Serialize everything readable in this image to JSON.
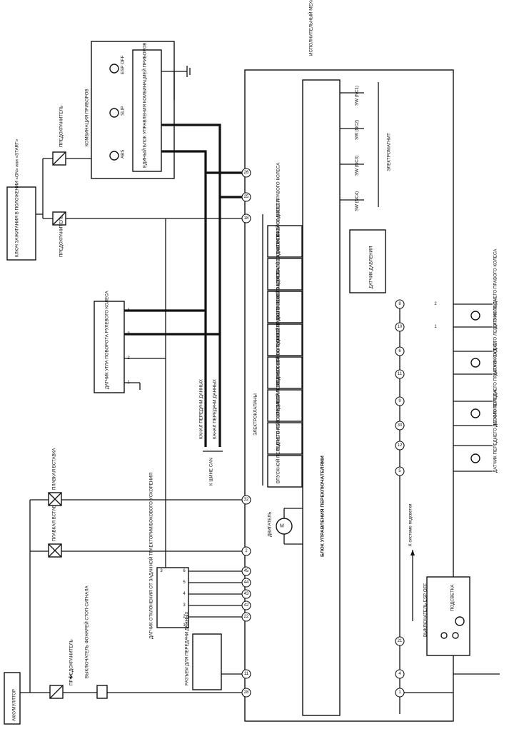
{
  "labels": {
    "battery": "АККУМУЛЯТОР",
    "fuse_main": "ПР�ЕДОХРАНИТЕЛЬ",
    "fuse_ign": "ПРЕДОХРАНИТЕЛЬ",
    "fuse_meter": "ПРЕДОХРАНИТЕЛЬ",
    "ign_switch": "КЛЮЧ ЗАЖИГАНИЯ В ПОЛОЖЕНИИ «ON» или «START»",
    "fusible_link_1": "ПЛАВКАЯ ВСТАВКА",
    "fusible_link_2": "ПЛАВКАЯ ВСТАВКА",
    "stop_switch": "ВЫКЛЮЧАТЕЛЬ ФОНАРЕЙ СТОП-СИГНАЛА",
    "meter_combo": "КОМБИНАЦИЯ ПРИБОРОВ",
    "meter_ecu": "ЕДИНЫЙ БЛОК УПРАВЛЕНИЯ КОМБИНАЦИЕЙ ПРИБОРОВ",
    "lamp_abs": "ABS",
    "lamp_slip": "SLIP",
    "lamp_esp_off": "ESP OFF",
    "hydraulic_unit": "ИСПОЛНИТЕЛЬНЫЙ МЕХАНИЗМ И БЛОК УПРАВЛЕНИЯ ABS",
    "sw_nc1": "SW (NC1)",
    "sw_nc2": "SW (NC2)",
    "sw_nc3": "SW (NC3)",
    "sw_nc4": "SW (NC4)",
    "solenoids": "ЭЛЕКТРОМАГНИТ",
    "pressure_sensor": "ДАТЧИК ДАВЛЕНИЯ",
    "ecu": "БЛОК УПРАВЛЕНИЯ ПЕРЕКЛЮЧАТЕЛЯМИ",
    "electromagnets": "ЭЛЕКТРОКЛАПАНЫ",
    "valves": [
      "ВЫПУСКНОЙ ЗАДНЕГО ПРАВОГО КОЛЕСА",
      "ВПУСКНОЙ ЗАДНЕГО ПРАВОГО КОЛЕСА",
      "ВЫПУСКНОЙ ЗАДНЕГО ЛЕВОГО КОЛЕСА",
      "ВПУСКНОЙ ЗАДНЕГО ЛЕВОГО КОЛЕСА",
      "ВЫПУСКНОЙ ПЕРЕДНЕГО ПРАВОГО КОЛЕСА",
      "ВПУСКНОЙ ПЕРЕДНЕГО ПРАВОГО КОЛЕСА",
      "ВЫПУСКНОЙ ПЕРЕДНЕГО ЛЕВОГО КОЛЕСА",
      "ВПУСКНОЙ ПЕРЕДНЕГО ЛЕВОГО КОЛЕСА"
    ],
    "motor": "ДВИГАТЕЛЬ",
    "steering_sensor": "ДАТЧИК УГЛА ПОВОРОТА РУЛЕВОГО КОЛЕСА",
    "yaw_sensor": "ДАТЧИК ОТКЛОНЕНИЯ ОТ ЗАДАННОЙ ТРАЕКТОРИИ/БОКОВОГО УСКОРЕНИЯ",
    "dlc": "РАЗЪЕМ ДЛЯ ПЕРЕДАЧИ ДАННЫХ",
    "can_h": "КАНАЛ ПЕРЕДАЧИ ДАННЫХ",
    "can_l": "КАНАЛ ПЕРЕДАЧИ ДАННЫХ",
    "can_to": "К ШИНЕ CAN",
    "esp_off_switch": "ВЫКЛЮЧАТЕЛЬ ESP OFF",
    "illumination": "ПОДСВЕТКА",
    "to_lighting": "К системе подсветки",
    "wss": [
      "ДАТЧИК ЗАДНЕГО ПРАВОГО КОЛЕСА",
      "ДАТЧИК ЗАДНЕГО ЛЕВОГО КОЛЕСА",
      "ДАТЧИК ПЕРЕДНЕГО ПРАВОГО КОЛЕСА",
      "ДАТЧИК ПЕРЕДНЕГО ЛЕВОГО КОЛЕСА"
    ]
  },
  "pins": {
    "ign": "18",
    "can_h": "26",
    "can_l": "25",
    "fl_supply": "32",
    "fl_supply2": "2",
    "yaw": [
      "45",
      "44",
      "43",
      "42",
      "22"
    ],
    "dlc": "11",
    "stop": "28",
    "bottom": [
      "1",
      "4",
      "21"
    ],
    "wss": [
      "8",
      "10",
      "6",
      "11",
      "9",
      "30",
      "12",
      "5"
    ],
    "steer": [
      "4",
      "3",
      "2",
      "1"
    ],
    "yaw_conn": [
      "6",
      "5",
      "4",
      "3",
      "2",
      "1"
    ],
    "yaw_3": "3",
    "wss_conn": [
      "2",
      "1"
    ]
  }
}
